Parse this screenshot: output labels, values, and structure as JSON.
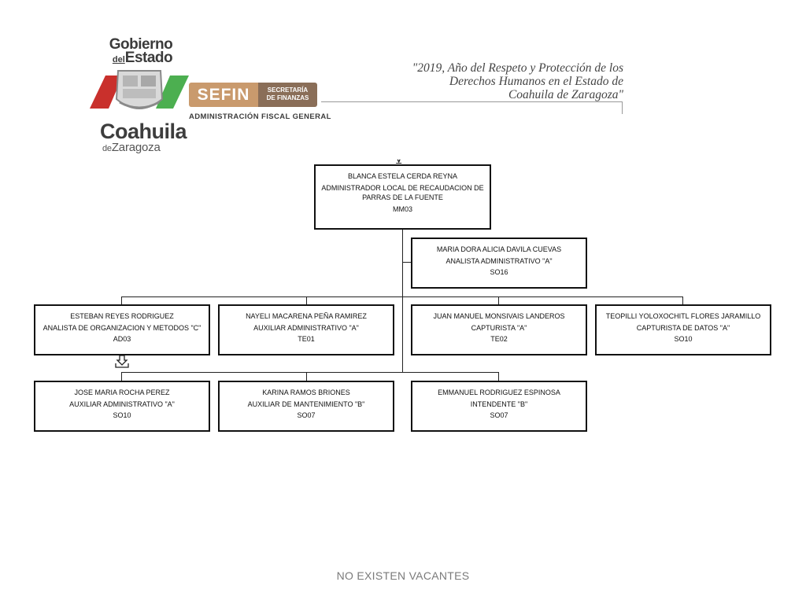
{
  "header": {
    "gobierno": "Gobierno",
    "del": "del",
    "estado": "Estado",
    "coahuila": "Coahuila",
    "de": "de",
    "zaragoza": "Zaragoza",
    "sefin": "SEFIN",
    "secretaria": "SECRETARÍA",
    "de_finanzas": "DE FINANZAS",
    "administracion": "ADMINISTRACIÓN FISCAL GENERAL",
    "slogan_1": "\"2019, Año del Respeto y Protección de los",
    "slogan_2": "Derechos Humanos en el Estado de",
    "slogan_3": "Coahuila de Zaragoza\"",
    "colors": {
      "red": "#c9302c",
      "green": "#4caf50",
      "sefin_light": "#c99a6d",
      "sefin_dark": "#8a6e58"
    }
  },
  "chart": {
    "top": {
      "name": "BLANCA ESTELA CERDA REYNA",
      "title_1": "ADMINISTRADOR LOCAL DE RECAUDACION DE",
      "title_2": "PARRAS DE LA FUENTE",
      "code": "MM03"
    },
    "staff": {
      "name": "MARIA DORA ALICIA DAVILA CUEVAS",
      "title": "ANALISTA  ADMINISTRATIVO \"A\"",
      "code": "SO16"
    },
    "row1": [
      {
        "name": "ESTEBAN REYES RODRIGUEZ",
        "title": "ANALISTA DE ORGANIZACION Y METODOS \"C\"",
        "code": "AD03"
      },
      {
        "name": "NAYELI MACARENA PEÑA RAMIREZ",
        "title": "AUXILIAR ADMINISTRATIVO \"A\"",
        "code": "TE01"
      },
      {
        "name": "JUAN MANUEL MONSIVAIS LANDEROS",
        "title": "CAPTURISTA \"A\"",
        "code": "TE02"
      },
      {
        "name": "TEOPILLI YOLOXOCHITL FLORES JARAMILLO",
        "title": "CAPTURISTA DE DATOS  \"A\"",
        "code": "SO10"
      }
    ],
    "row2": [
      {
        "name": "JOSE MARIA ROCHA PEREZ",
        "title": "AUXILIAR ADMINISTRATIVO \"A\"",
        "code": "SO10"
      },
      {
        "name": "KARINA RAMOS BRIONES",
        "title": "AUXILIAR DE MANTENIMIENTO \"B\"",
        "code": "SO07"
      },
      {
        "name": "EMMANUEL RODRIGUEZ ESPINOSA",
        "title": "INTENDENTE \"B\"",
        "code": "SO07"
      }
    ]
  },
  "footer": {
    "vacantes": "NO EXISTEN VACANTES"
  }
}
